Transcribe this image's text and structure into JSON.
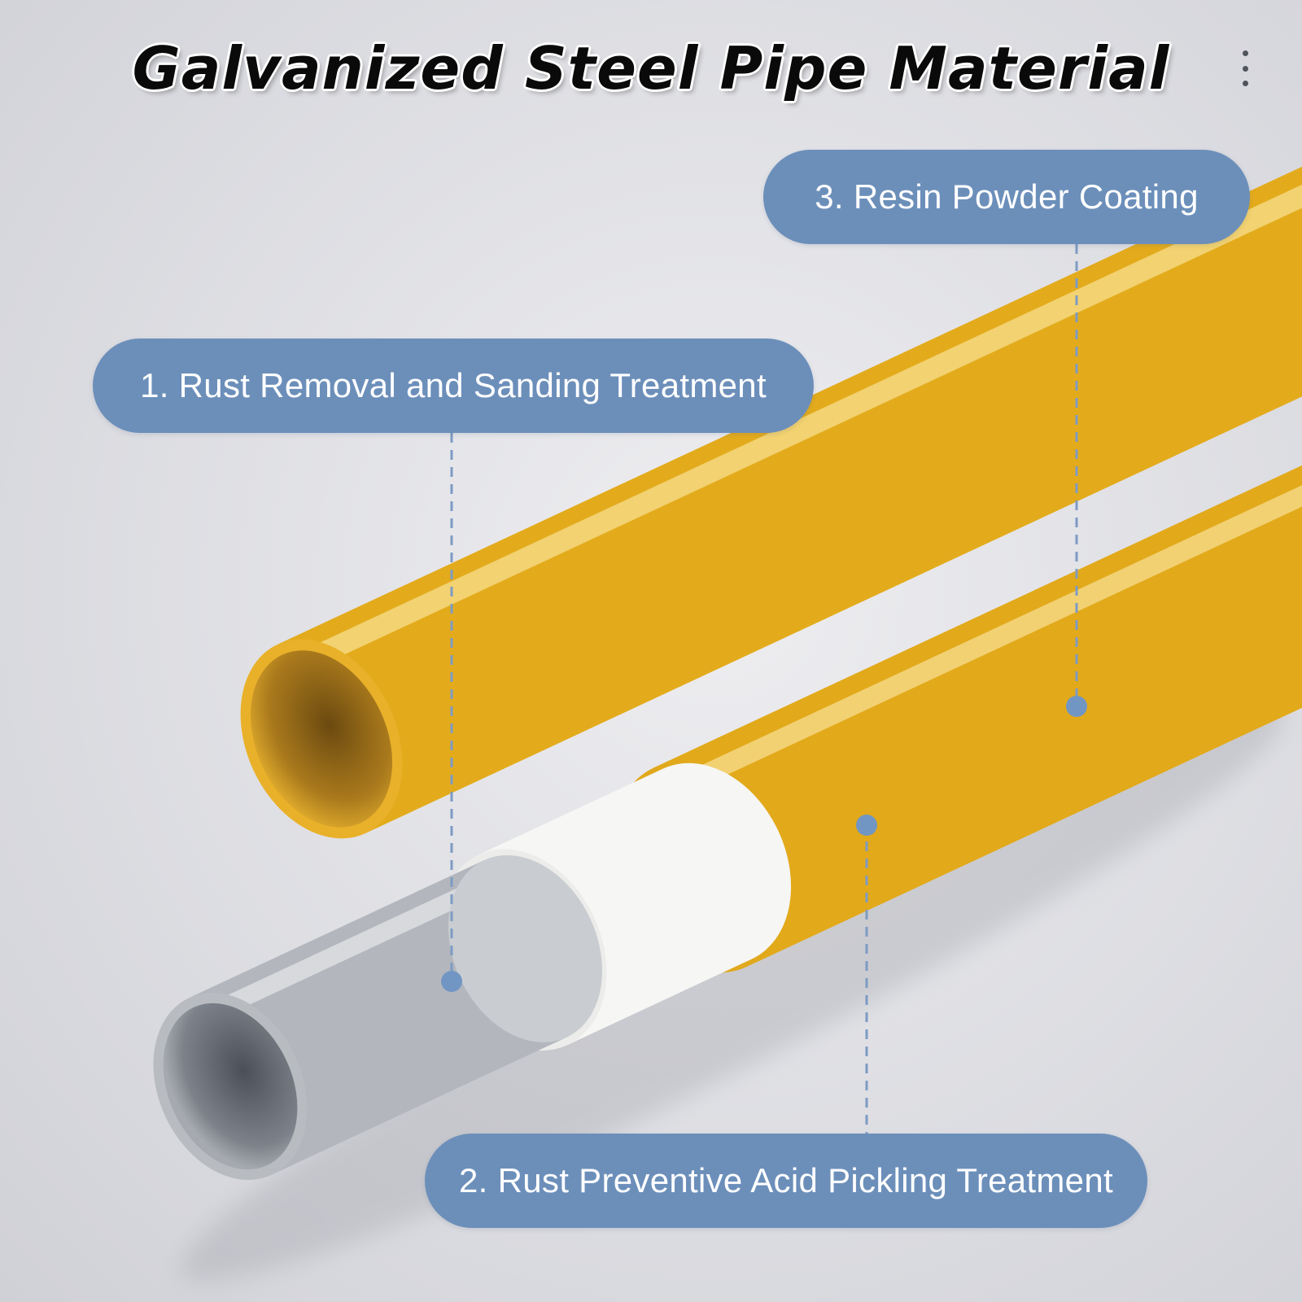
{
  "title": "Galvanized Steel Pipe Material",
  "callouts": {
    "step1": "1. Rust Removal and Sanding Treatment",
    "step2": "2. Rust Preventive Acid Pickling Treatment",
    "step3": "3. Resin Powder Coating"
  },
  "colors": {
    "background": "#dcdde2",
    "callout": "#6c8fba",
    "pipe_yellow": "#f4c43a",
    "pipe_white": "#f7f7f7",
    "pipe_steel": "#a9adb3"
  },
  "icons": {
    "menu": "more-vertical-icon"
  }
}
